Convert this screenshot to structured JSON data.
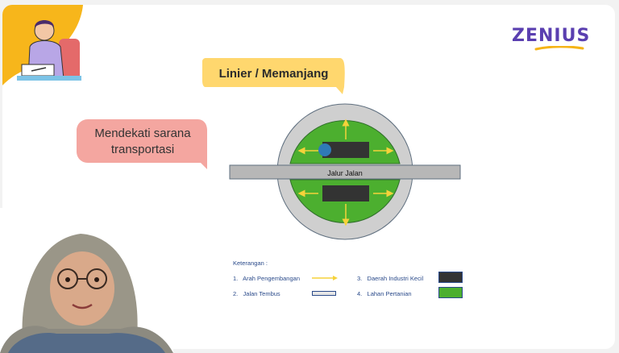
{
  "brand": {
    "logo_text": "ZENIUS",
    "accent_color": "#5a3fb0",
    "underline_color": "#f5b417"
  },
  "slide": {
    "title": "Linier / Memanjang",
    "title_bubble_color": "#ffd76e",
    "note": {
      "line1": "Mendekati sarana",
      "line2": "transportasi",
      "color": "#f4a6a0"
    }
  },
  "diagram": {
    "road_label": "Jalur Jalan",
    "colors": {
      "ring": "#c9c9c9",
      "farmland": "#4caf2f",
      "industry": "#333333",
      "arrow": "#f5d23a",
      "road": "#b7b7b7"
    }
  },
  "legend": {
    "title": "Keterangan :",
    "items": [
      {
        "number": "1.",
        "label": "Arah Pengembangan",
        "swatch": "arrow-icon"
      },
      {
        "number": "2.",
        "label": "Jalan Tembus",
        "swatch": "road-line-icon"
      },
      {
        "number": "3.",
        "label": "Daerah Industri Kecil",
        "swatch": "industry-box-icon"
      },
      {
        "number": "4.",
        "label": "Lahan Pertanian",
        "swatch": "farmland-box-icon"
      }
    ]
  }
}
